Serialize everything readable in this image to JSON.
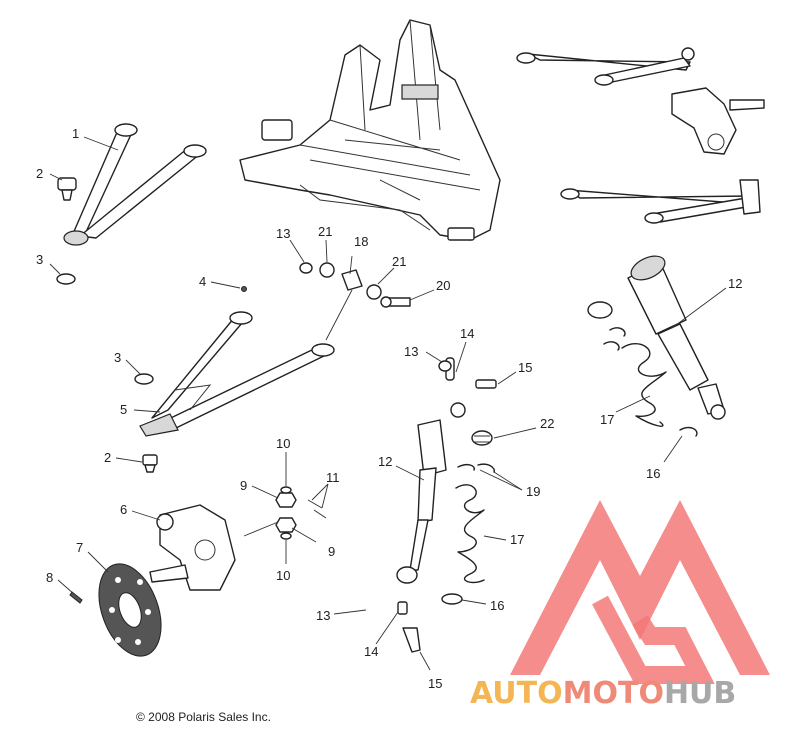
{
  "callouts": [
    "1",
    "2",
    "3",
    "4",
    "3",
    "5",
    "2",
    "6",
    "7",
    "8",
    "9",
    "10",
    "11",
    "9",
    "10",
    "13",
    "21",
    "18",
    "21",
    "20",
    "13",
    "14",
    "15",
    "12",
    "22",
    "19",
    "17",
    "16",
    "13",
    "14",
    "15",
    "12",
    "17",
    "16"
  ],
  "copyright": "© 2008 Polaris Sales Inc.",
  "watermark": {
    "part1": "AUTO",
    "part2": "MOTO",
    "part3": "HUB",
    "colors": {
      "auto": "#f4b654",
      "moto": "#f08a78",
      "hub": "#a8a8a8",
      "logo": "#f26b6b"
    }
  }
}
